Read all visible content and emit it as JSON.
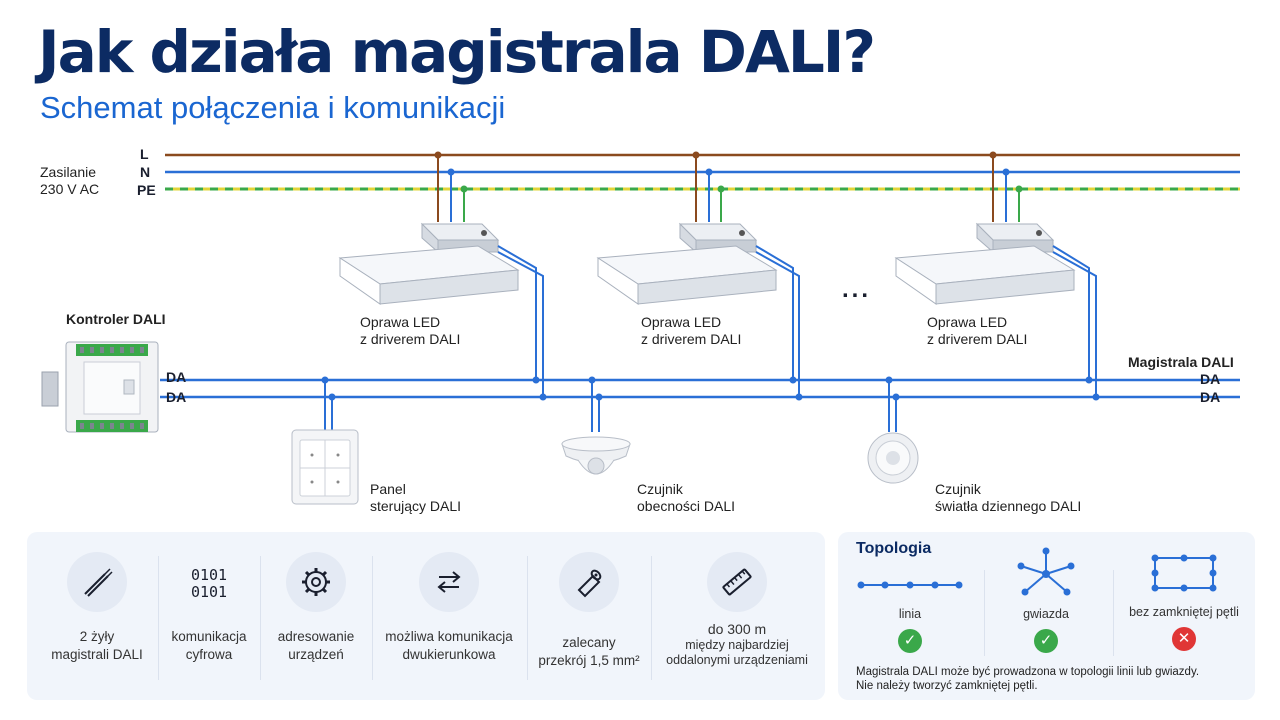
{
  "header": {
    "title": "Jak działa magistrala DALI?",
    "subtitle": "Schemat połączenia i komunikacji"
  },
  "power": {
    "label_line1": "Zasilanie",
    "label_line2": "230 V AC",
    "wire_l": "L",
    "wire_n": "N",
    "wire_pe": "PE",
    "colors": {
      "L": "#8b4a1e",
      "N": "#2a6fd6",
      "PE_green": "#3aa84a",
      "PE_yellow": "#e2d43a"
    }
  },
  "controller": {
    "label": "Kontroler DALI"
  },
  "bus": {
    "da1": "DA",
    "da2": "DA",
    "right_title": "Magistrala DALI",
    "right_da1": "DA",
    "right_da2": "DA",
    "color": "#2a6fd6"
  },
  "luminaires": [
    {
      "line1": "Oprawa LED",
      "line2": "z driverem DALI"
    },
    {
      "line1": "Oprawa LED",
      "line2": "z driverem DALI"
    },
    {
      "line1": "Oprawa LED",
      "line2": "z driverem DALI"
    }
  ],
  "ellipsis": "...",
  "devices": [
    {
      "line1": "Panel",
      "line2": "sterujący DALI"
    },
    {
      "line1": "Czujnik",
      "line2": "obecności DALI"
    },
    {
      "line1": "Czujnik",
      "line2": "światła dziennego DALI"
    }
  ],
  "features": [
    {
      "icon": "cable-icon",
      "line1": "2 żyły",
      "line2": "magistrali DALI"
    },
    {
      "icon": "binary-code-icon",
      "code1": "0101",
      "code2": "0101",
      "line1": "komunikacja",
      "line2": "cyfrowa"
    },
    {
      "icon": "gear-icon",
      "line1": "adresowanie",
      "line2": "urządzeń"
    },
    {
      "icon": "bidirectional-arrows-icon",
      "line1": "możliwa komunikacja",
      "line2": "dwukierunkowa"
    },
    {
      "icon": "cable-cross-section-icon",
      "line1": "zalecany",
      "line2": "przekrój 1,5 mm²"
    },
    {
      "icon": "ruler-icon",
      "line1": "do 300 m",
      "line2": "między najbardziej",
      "line3": "oddalonymi urządzeniami"
    }
  ],
  "topology": {
    "title": "Topologia",
    "items": [
      {
        "name": "linia",
        "allowed": true
      },
      {
        "name": "gwiazda",
        "allowed": true
      },
      {
        "name": "bez zamkniętej pętli",
        "allowed": false
      }
    ],
    "check_glyph": "✓",
    "cross_glyph": "✕",
    "note_line1": "Magistrala DALI może być prowadzona w topologii linii lub gwiazdy.",
    "note_line2": "Nie należy tworzyć zamkniętej pętli."
  }
}
